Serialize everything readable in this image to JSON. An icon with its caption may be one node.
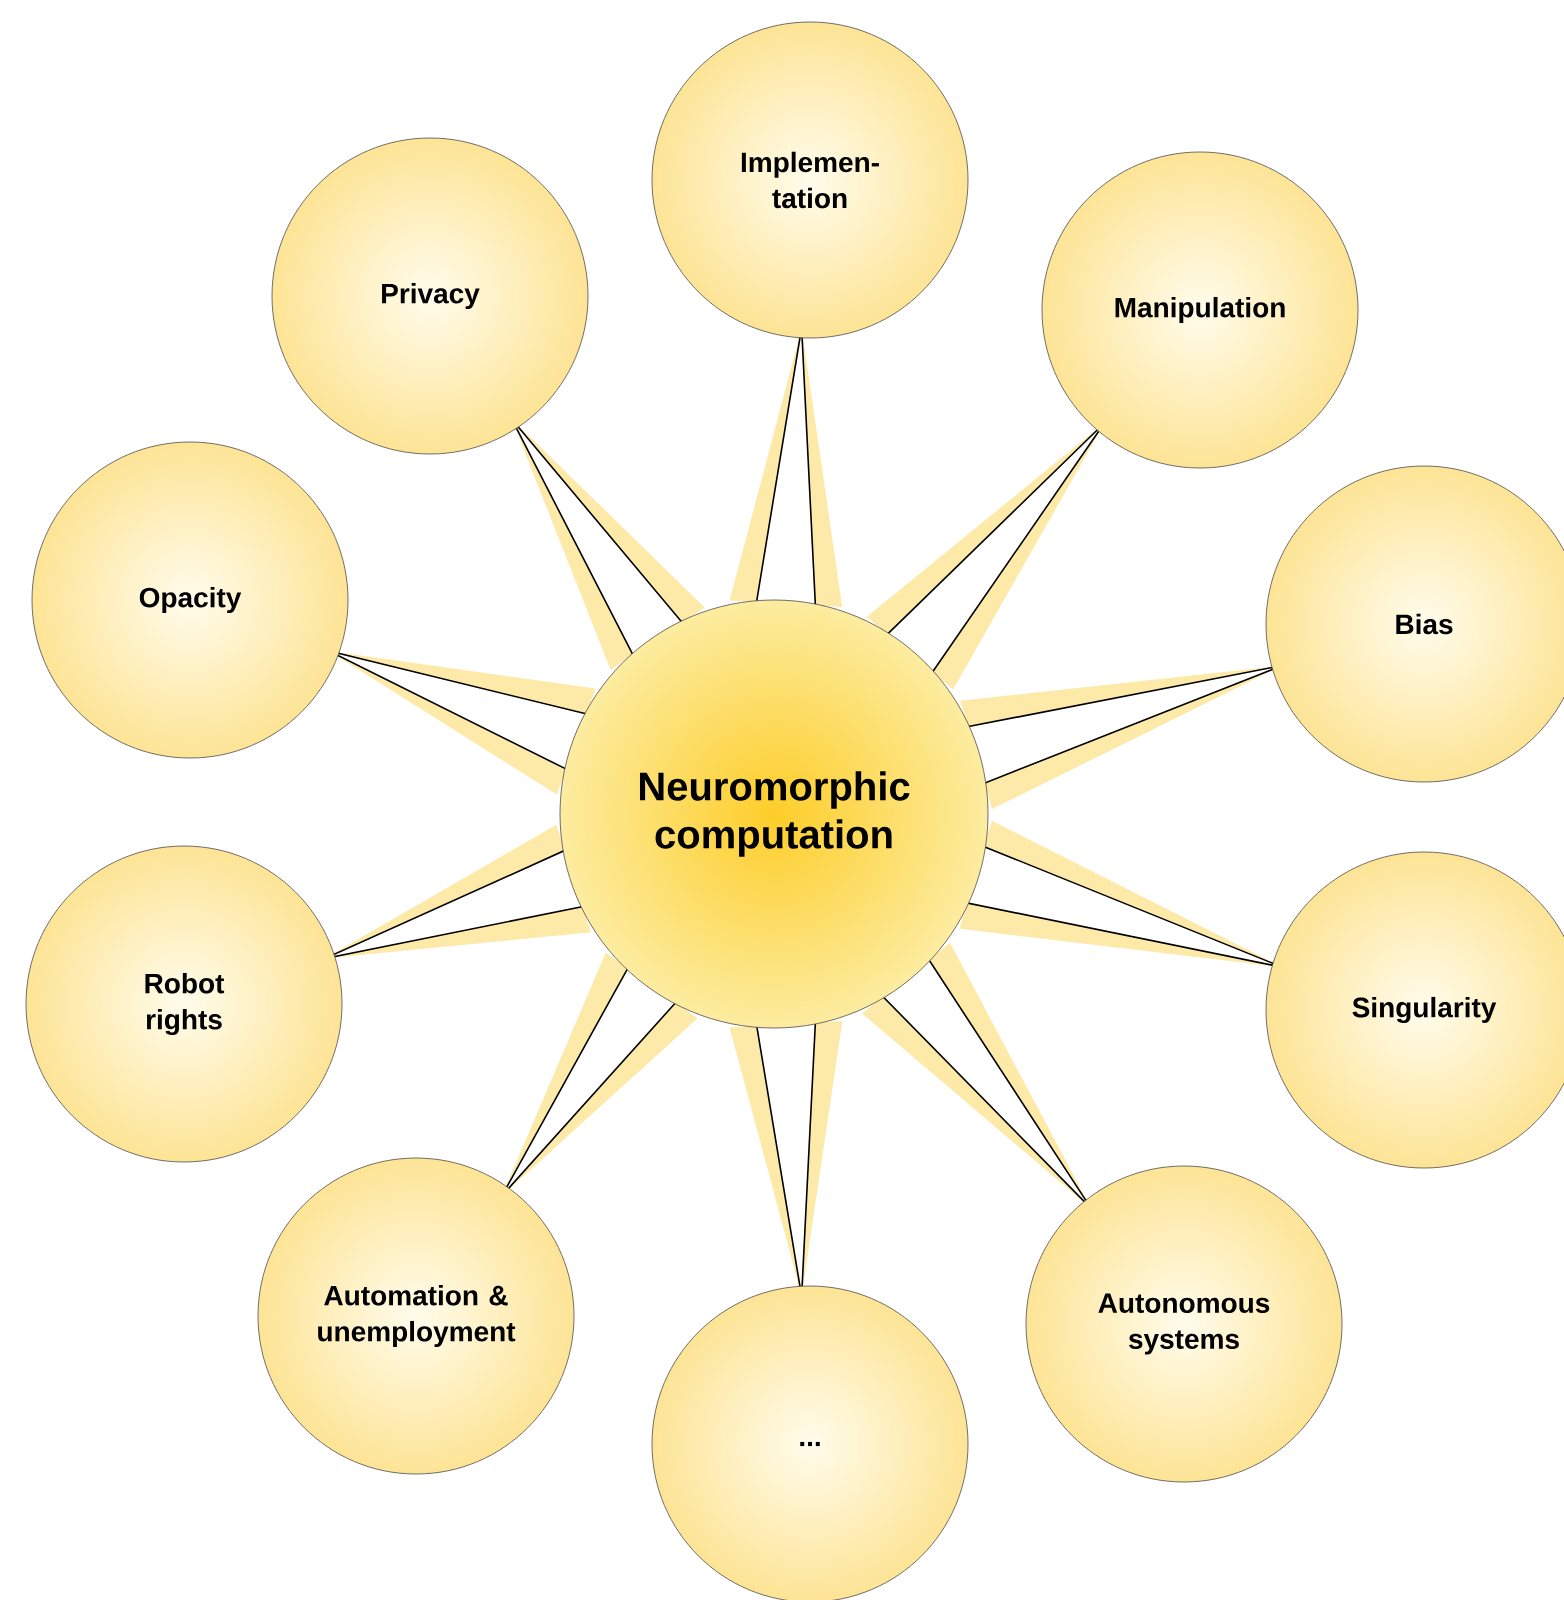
{
  "diagram": {
    "nodes": [
      {
        "text": [
          "Neuromorphic computation"
        ]
      },
      {
        "text": [
          "Implemen- tation"
        ]
      },
      {
        "text": [
          "Privacy"
        ]
      },
      {
        "text": [
          "Manipulation"
        ]
      },
      {
        "text": [
          "Opacity"
        ]
      },
      {
        "text": [
          "Bias"
        ]
      },
      {
        "text": [
          "Robot rights"
        ]
      },
      {
        "text": [
          "Singularity"
        ]
      },
      {
        "text": [
          "Automation & unemployment"
        ]
      },
      {
        "text": [
          "Autonomous systems"
        ]
      },
      {
        "text": [
          "..."
        ]
      }
    ]
  }
}
